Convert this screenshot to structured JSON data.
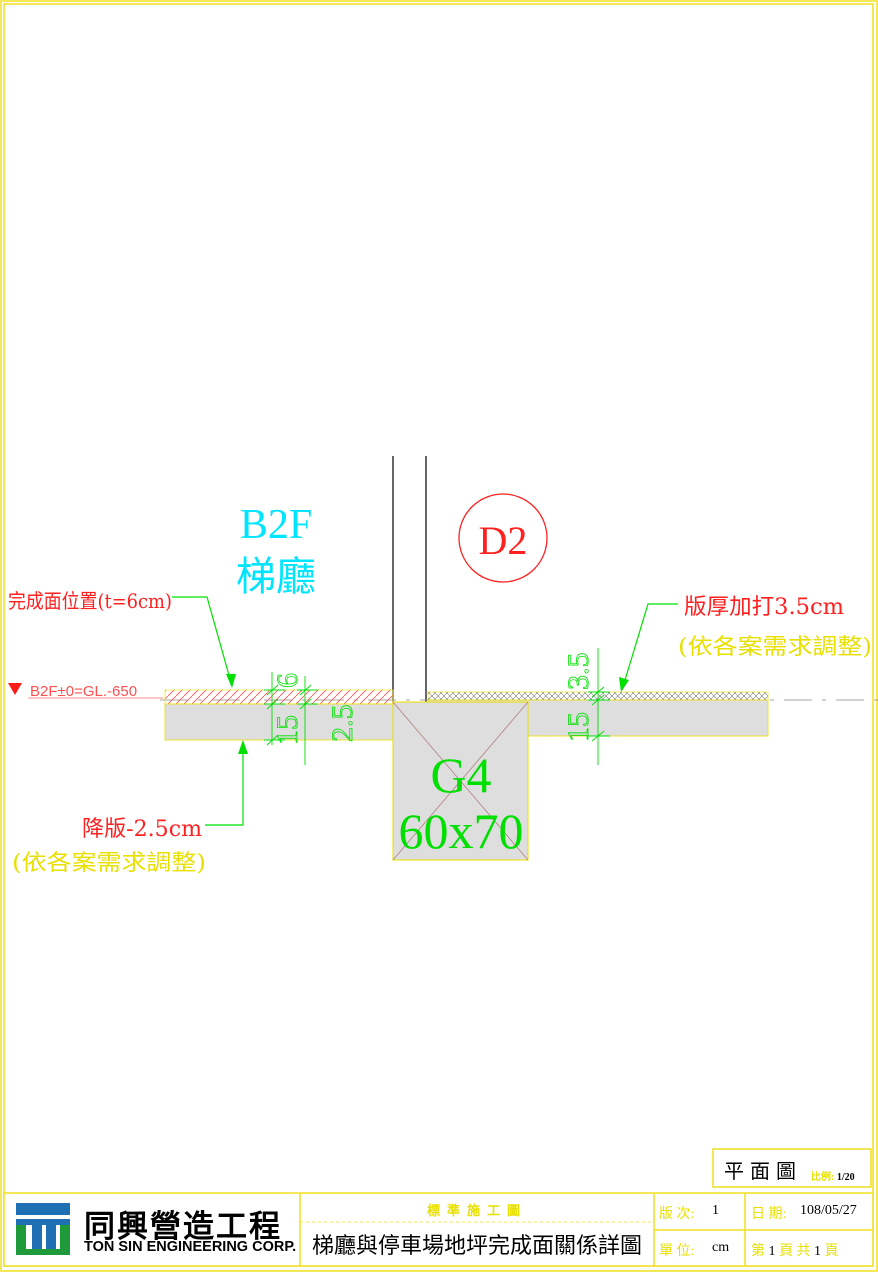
{
  "room": {
    "level": "B2F",
    "name": "梯廳"
  },
  "column_tag": "D2",
  "annotations": {
    "finish_position": "完成面位置(t=6cm)",
    "slab_add": "版厚加打3.5cm",
    "adjust_note": "(依各案需求調整)",
    "slab_drop": "降版-2.5cm",
    "level_mark": "B2F±0=GL.-650"
  },
  "beam": {
    "tag": "G4",
    "size": "60x70"
  },
  "dimensions": {
    "left_top": "6",
    "left_slab": "15",
    "left_drop": "2.5",
    "right_top": "3.5",
    "right_slab": "15"
  },
  "title_block": {
    "company_zh": "同興營造工程",
    "company_en": "TON SIN ENGINEERING CORP.",
    "standard_label": "標準施工圖",
    "drawing_title": "梯廳與停車場地坪完成面關係詳圖",
    "version_label": "版 次:",
    "version": "1",
    "date_label": "日 期:",
    "date": "108/05/27",
    "unit_label": "單 位:",
    "unit": "cm",
    "page_prefix": "第",
    "page": "1",
    "page_mid": "頁 共",
    "pages": "1",
    "page_suffix": "頁",
    "plan_title": "平面圖",
    "scale_label": "比例:",
    "scale": "1/20"
  },
  "colors": {
    "frame": "#f0e020",
    "cyan": "#00e5ff",
    "red": "#ff2020",
    "green": "#00e000",
    "yellow": "#e8e000",
    "slab": "#dedede"
  }
}
